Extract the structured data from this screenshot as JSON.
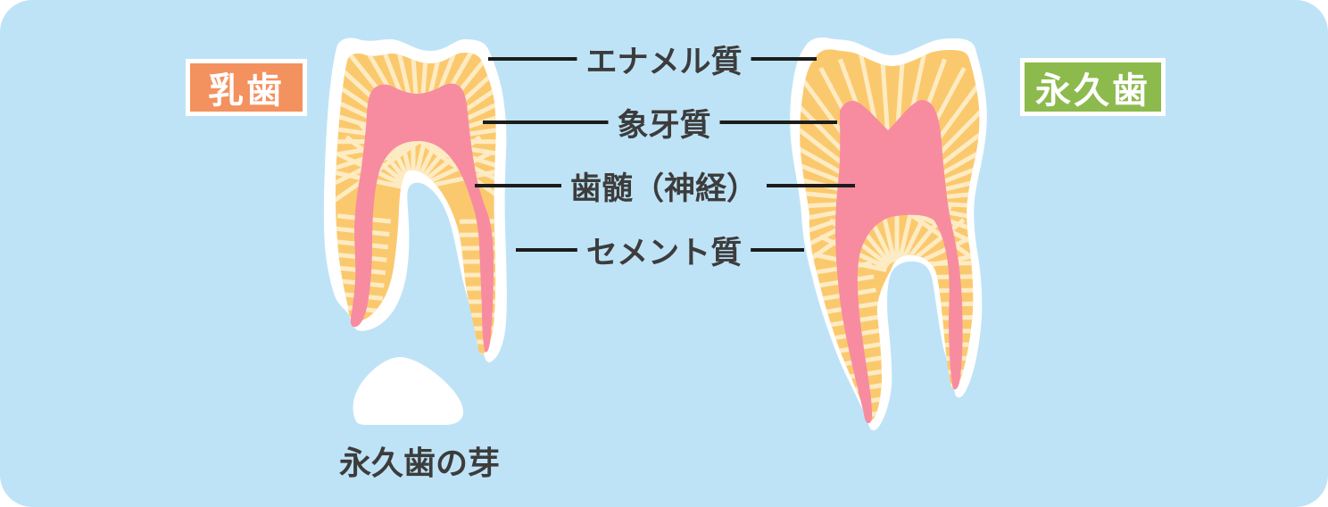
{
  "badges": {
    "baby": "乳歯",
    "permanent": "永久歯"
  },
  "annotations": {
    "enamel": "エナメル質",
    "dentin": "象牙質",
    "pulp": "歯髄（神経）",
    "cementum": "セメント質"
  },
  "caption": {
    "bud": "永久歯の芽"
  },
  "colors": {
    "background": "#BFE3F6",
    "tooth_white": "#FFFFFF",
    "dentin_yellow": "#FBC96D",
    "stripe_cream": "#FDEBC3",
    "pulp_pink": "#F78CA0",
    "badge_baby": "#F3915F",
    "badge_permanent": "#8CBA4D",
    "text": "#3C3C3C",
    "line": "#1C1C1C"
  }
}
